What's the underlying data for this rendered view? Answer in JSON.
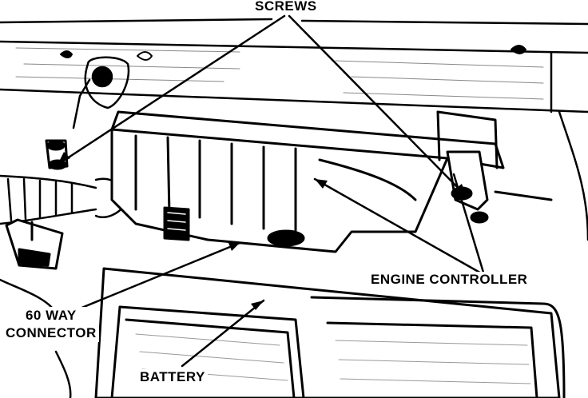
{
  "labels": {
    "screws": "SCREWS",
    "engine_controller": "ENGINE CONTROLLER",
    "connector_line1": "60 WAY",
    "connector_line2": "CONNECTOR",
    "battery": "BATTERY"
  },
  "colors": {
    "ink": "#000000",
    "paper": "#ffffff",
    "shade": "#bfbfbf"
  }
}
